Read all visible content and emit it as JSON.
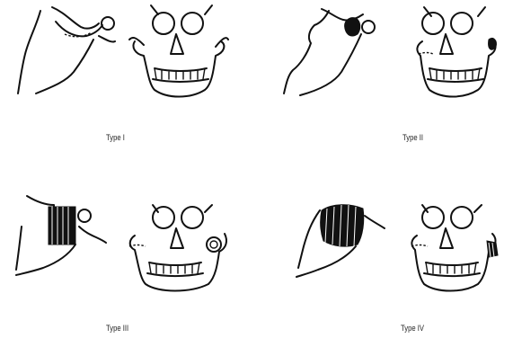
{
  "figure": {
    "panels": [
      {
        "id": "type-1",
        "label": "Type I"
      },
      {
        "id": "type-2",
        "label": "Type II"
      },
      {
        "id": "type-3",
        "label": "Type III"
      },
      {
        "id": "type-4",
        "label": "Type IV"
      }
    ]
  }
}
